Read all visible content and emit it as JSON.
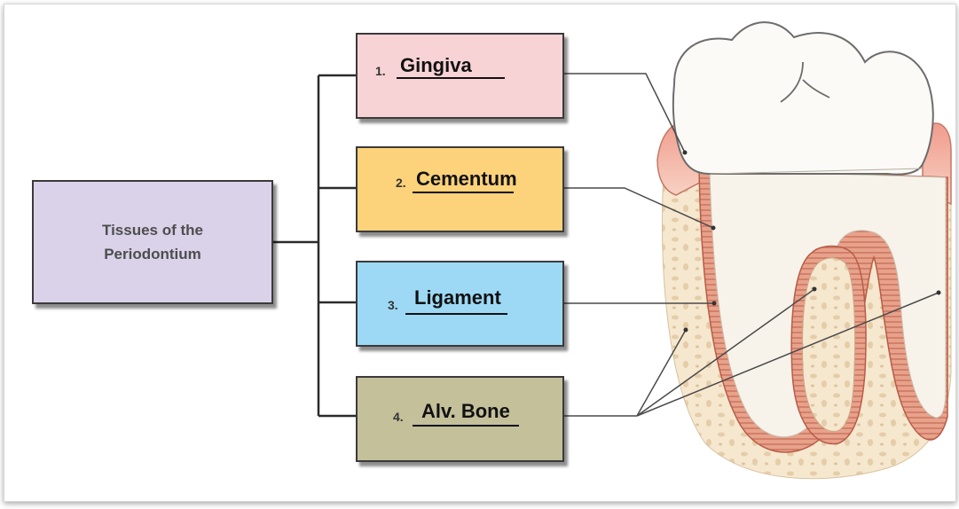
{
  "diagram": {
    "central_box": {
      "line1": "Tissues of the",
      "line2": "Periodontium",
      "color": "#d9d2e9"
    },
    "labels": [
      {
        "number": "1.",
        "term": "Gingiva",
        "color": "#f8d3d6"
      },
      {
        "number": "2.",
        "term": "Cementum",
        "color": "#fcd27a"
      },
      {
        "number": "3.",
        "term": "Ligament",
        "color": "#9dd9f5"
      },
      {
        "number": "4.",
        "term": "Alv. Bone",
        "color": "#c3c09a"
      }
    ],
    "illustration": "tooth-cross-section"
  }
}
